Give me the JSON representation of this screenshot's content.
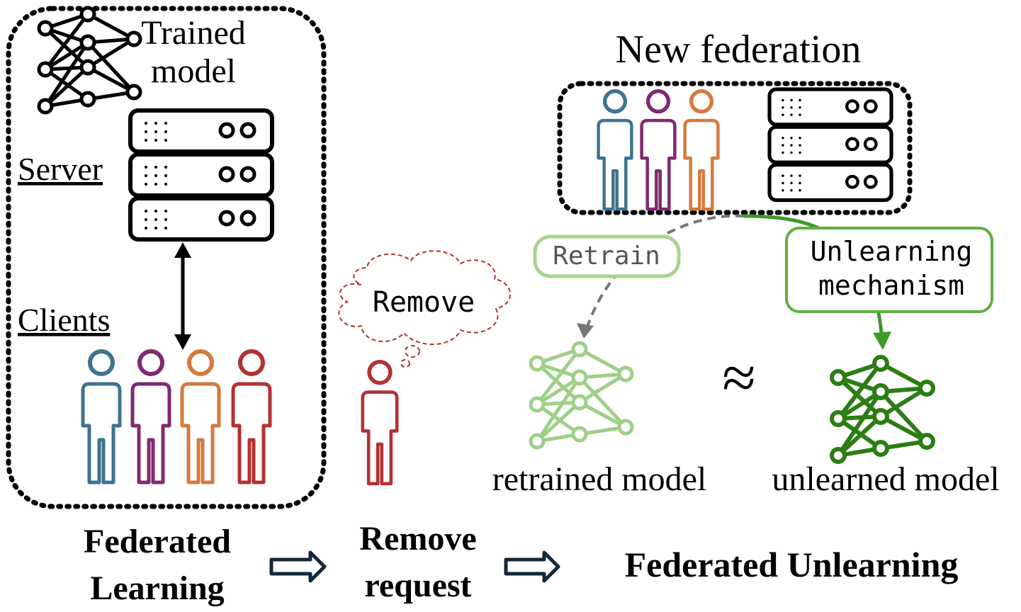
{
  "fl_box": {
    "model_label_line1": "Trained",
    "model_label_line2": "model",
    "server_label": "Server",
    "clients_label": "Clients"
  },
  "new_federation": {
    "title": "New federation"
  },
  "remove_bubble": {
    "text": "Remove"
  },
  "retrain_box": {
    "text": "Retrain"
  },
  "unlearning_box": {
    "line1": "Unlearning",
    "line2": "mechanism"
  },
  "approx_symbol": "≈",
  "model_labels": {
    "retrained": "retrained model",
    "unlearned": "unlearned model"
  },
  "stages": {
    "federated_learning_line1": "Federated",
    "federated_learning_line2": "Learning",
    "remove_request_line1": "Remove",
    "remove_request_line2": "request",
    "federated_unlearning": "Federated Unlearning"
  },
  "colors": {
    "client_blue": "#3f7390",
    "client_purple": "#7f2a72",
    "client_orange": "#d67a3f",
    "client_red": "#b33232",
    "retrain_green": "#8fc47a",
    "unlearn_green": "#3e9a28",
    "unlearned_model_green": "#2b7d14",
    "dark_arrow": "#13283a"
  }
}
